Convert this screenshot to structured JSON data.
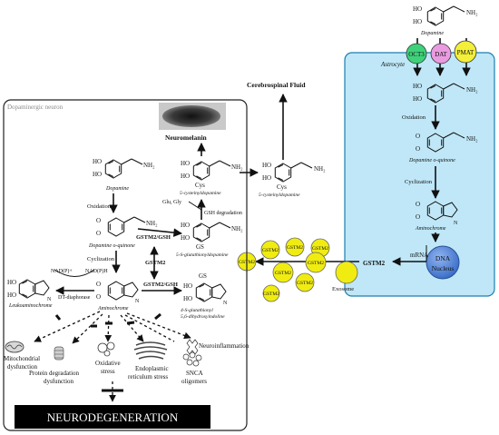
{
  "colors": {
    "astrocyte_fill": "#bfe7f7",
    "astrocyte_stroke": "#1a7fb0",
    "oct3": "#3fd17a",
    "dat": "#e99be0",
    "pmat": "#f3ef3a",
    "gstm2_bubble": "#f0ec12",
    "dna": "#4a7fd6",
    "neurodegeneration_box": "#000000"
  },
  "regions": {
    "astrocyte": "Astrocyte",
    "neuron": "Dopaminergic neuron",
    "csf": "Cerebrospinal Fluid"
  },
  "transporters": {
    "oct3": "OCT3",
    "dat": "DAT",
    "pmat": "PMAT"
  },
  "chem": {
    "oh": "HO",
    "o": "O",
    "nh2": "NH₂",
    "nh": "N",
    "h": "H",
    "cys": "Cys",
    "gs": "GS"
  },
  "astro": {
    "dopamine_top": "Dopamine",
    "oxidation": "Oxidation",
    "quinone": "Dopamine o-quinone",
    "cyclization": "Cyclization",
    "aminochrome": "Aminochrome",
    "mrna": "mRNA",
    "dna": "DNA",
    "nucleus": "Nucleus",
    "gstm2": "GSTM2",
    "exosome": "Exosome"
  },
  "bubbles": [
    "GSTM2",
    "GSTM2",
    "GSTM2",
    "GSTM2",
    "GSTM2",
    "GSTM2",
    "GSTM2",
    "GSTM2"
  ],
  "neuron": {
    "neuromelanin": "Neuromelanin",
    "dopamine": "Dopamine",
    "oxidation": "Oxidation",
    "quinone": "Dopamine o-quinone",
    "cyclization": "Cyclization",
    "aminochrome": "Aminochrome",
    "cys_dopamine": "5-cysteinyldopamine",
    "cys_dopamine_csf": "5-cysteinyldopamine",
    "glu_gly": "Glu, Gly",
    "gsh_deg": "GSH degradation",
    "glut_dopamine": "5-S-glutathionyldopamine",
    "gstm2_gsh_1": "GSTM2/GSH",
    "gstm2": "GSTM2",
    "gstm2_gsh_2": "GSTM2/GSH",
    "glut_dhi_1": "4-S-glutathionyl",
    "glut_dhi_2": "5,6-dihydroxyindoline",
    "nadp": "NAD(P)+",
    "nadph": "NAD(P)H",
    "dt": "DT-diaphorase",
    "leuko": "Leukoaminochrome"
  },
  "effects": {
    "mito_1": "Mitochondrial",
    "mito_2": "dysfunction",
    "oxidative_1": "Oxidative",
    "oxidative_2": "stress",
    "er_1": "Endoplasmic",
    "er_2": "reticulum stress",
    "neuroinflammation": "Neuroinflammation",
    "snca_1": "SNCA",
    "snca_2": "oligomers",
    "protein_1": "Protein degradation",
    "protein_2": "dysfunction",
    "neurodegeneration": "NEURODEGENERATION"
  }
}
